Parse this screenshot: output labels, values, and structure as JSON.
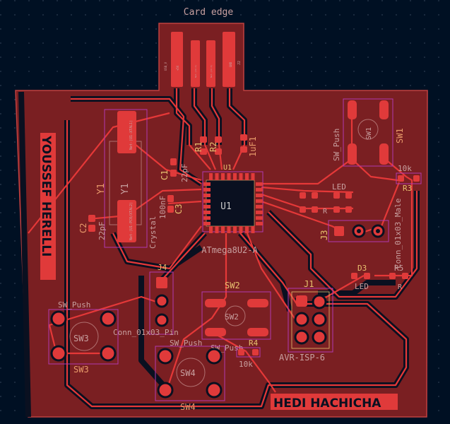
{
  "view": {
    "colors": {
      "background": "#001023",
      "copper_zone": "#7a1f22",
      "copper": "#e53838",
      "silkscreen": "#c8a0a0",
      "courtyard": "#b03ab0",
      "fab": "#e8c270"
    }
  },
  "board": {
    "card_edge_label": "Card edge",
    "author_left": "YOUSSEF HERELLI",
    "author_bottom": "HEDI HACHICHA"
  },
  "components": {
    "J2": {
      "ref": "J2",
      "value": "USB_V",
      "pins": [
        "+5V",
        "Net-(J2-2)",
        "Net-(J2-3)",
        "GND"
      ]
    },
    "U1": {
      "ref": "U1",
      "ref2": "U1",
      "value": "ATmega8U2-A"
    },
    "Y1": {
      "ref": "Y1",
      "ref2": "Y1",
      "value": "Crystal",
      "pad1": "Net-(U1-PC0/XTAL2)",
      "pad2": "Net-(U1-XTAL1)"
    },
    "C1": {
      "ref": "C1",
      "value": "22pF"
    },
    "C2": {
      "ref": "C2",
      "value": "22pF"
    },
    "C3": {
      "ref": "C3",
      "value": "100nF"
    },
    "C4": {
      "value": "1uF1"
    },
    "R1": {
      "ref": "R1"
    },
    "R2": {
      "ref": "R2"
    },
    "SW1": {
      "ref": "SW1",
      "ref2": "SW1",
      "value": "SW_Push"
    },
    "R3": {
      "ref": "R3",
      "value": "10k"
    },
    "D1": {
      "value": "LED"
    },
    "Rled": {
      "value": "R"
    },
    "J3": {
      "ref": "J3",
      "value": "Conn_01x03_Male"
    },
    "D3": {
      "ref": "D3",
      "value": "LED"
    },
    "R5": {
      "ref": "R5",
      "value": "R"
    },
    "J1": {
      "ref": "J1",
      "value": "AVR-ISP-6"
    },
    "SW2": {
      "ref": "SW2",
      "ref2": "SW2",
      "value": "SW_Push"
    },
    "R4": {
      "ref": "R4",
      "value": "10k"
    },
    "J4": {
      "ref": "J4",
      "value": "Conn_01x03_Pin"
    },
    "SW3": {
      "ref": "SW3",
      "ref2": "SW3",
      "value": "SW_Push"
    },
    "SW4": {
      "ref": "SW4",
      "ref2": "SW4",
      "value": "SW_Push"
    }
  }
}
